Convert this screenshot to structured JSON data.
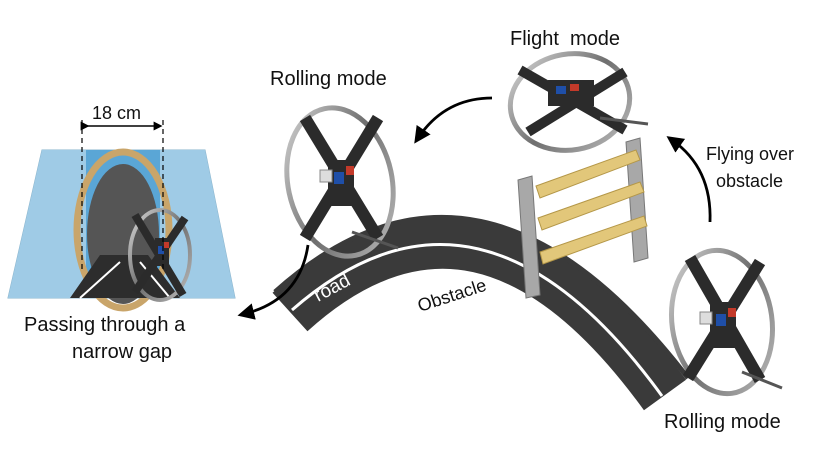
{
  "labels": {
    "rolling_mode_left": "Rolling mode",
    "flight_mode": "Flight  mode",
    "flying_over_line1": "Flying over",
    "flying_over_line2": "obstacle",
    "rolling_mode_right": "Rolling mode",
    "passing_line1": "Passing through a",
    "passing_line2": "narrow gap",
    "gap_width": "18 cm",
    "road": "road",
    "obstacle": "Obstacle"
  },
  "colors": {
    "road": "#3a3a3a",
    "road_edge": "#ffffff",
    "tunnel_light": "#bfe0f2",
    "tunnel_mid": "#5aa6d6",
    "tunnel_ring": "#c9a56a",
    "shelf_wood": "#e2c77a",
    "shelf_post": "#a8a8a8",
    "ring": "#777777",
    "robot_body": "#2b2b2b",
    "robot_accent": "#1f4fa8",
    "robot_red": "#c33a2a"
  }
}
